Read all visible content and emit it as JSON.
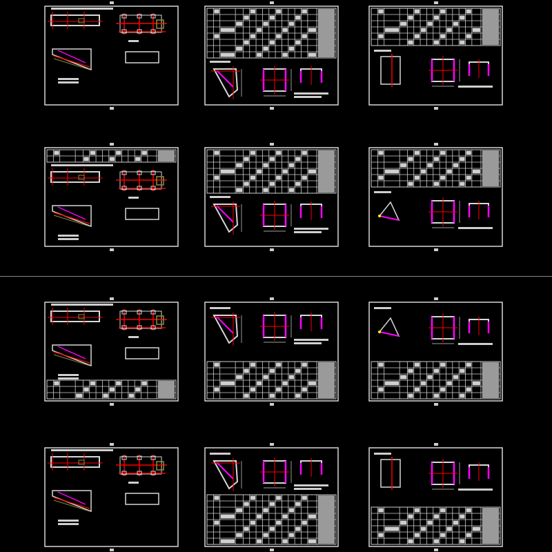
{
  "canvas": {
    "background": "#000000",
    "divider_color": "#8a8a8a"
  },
  "colors": {
    "frame": "#d8d8d8",
    "red": "#ff0000",
    "magenta": "#ff00ff",
    "olive": "#8c8c3c",
    "yellow": "#ffff00",
    "table": "#cfcfcf"
  },
  "sheets": [
    {
      "kind": "beam",
      "table": "none",
      "table_rows": 0
    },
    {
      "kind": "triangle",
      "table": "top",
      "table_rows": 8
    },
    {
      "kind": "box",
      "table": "top",
      "table_rows": 6
    },
    {
      "kind": "beam",
      "table": "top",
      "table_rows": 2
    },
    {
      "kind": "triangle",
      "table": "top",
      "table_rows": 7
    },
    {
      "kind": "box",
      "table": "top",
      "table_rows": 6
    },
    {
      "kind": "beam",
      "table": "bottom",
      "table_rows": 3
    },
    {
      "kind": "triangle",
      "table": "bottom",
      "table_rows": 6
    },
    {
      "kind": "box",
      "table": "bottom",
      "table_rows": 6
    },
    {
      "kind": "beam",
      "table": "none",
      "table_rows": 0
    },
    {
      "kind": "triangle",
      "table": "bottom",
      "table_rows": 8
    },
    {
      "kind": "box",
      "table": "bottom",
      "table_rows": 6
    }
  ]
}
